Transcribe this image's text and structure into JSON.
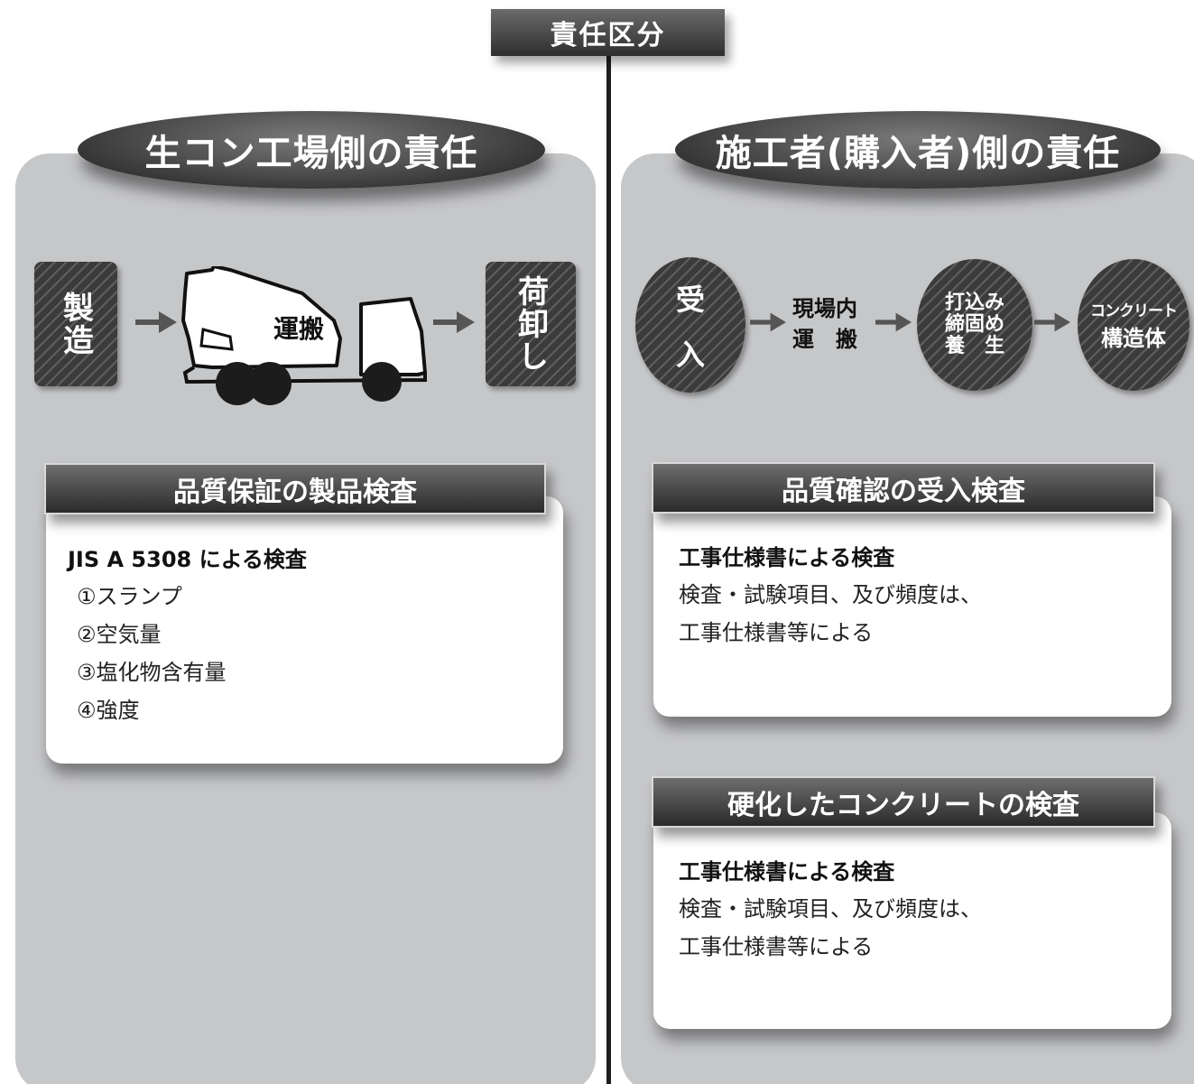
{
  "top_tab": "責任区分",
  "left": {
    "title": "生コン工場側の責任",
    "flow": {
      "start": "製造",
      "truck_label": "運搬",
      "end": "荷卸し"
    },
    "section": {
      "header": "品質保証の製品検査",
      "heading": "JIS A 5308 による検査",
      "items": [
        "①スランプ",
        "②空気量",
        "③塩化物含有量",
        "④強度"
      ]
    }
  },
  "right": {
    "title": "施工者(購入者)側の責任",
    "flow": {
      "receive_line1": "受",
      "receive_line2": "入",
      "transport_line1": "現場内",
      "transport_line2": "運　搬",
      "place_line1": "打込み",
      "place_line2": "締固め",
      "place_line3": "養　生",
      "structure_line1": "コンクリート",
      "structure_line2": "構造体"
    },
    "section1": {
      "header": "品質確認の受入検査",
      "heading": "工事仕様書による検査",
      "line1": "検査・試験項目、及び頻度は、",
      "line2": "工事仕様書等による"
    },
    "section2": {
      "header": "硬化したコンクリートの検査",
      "heading": "工事仕様書による検査",
      "line1": "検査・試験項目、及び頻度は、",
      "line2": "工事仕様書等による"
    }
  }
}
